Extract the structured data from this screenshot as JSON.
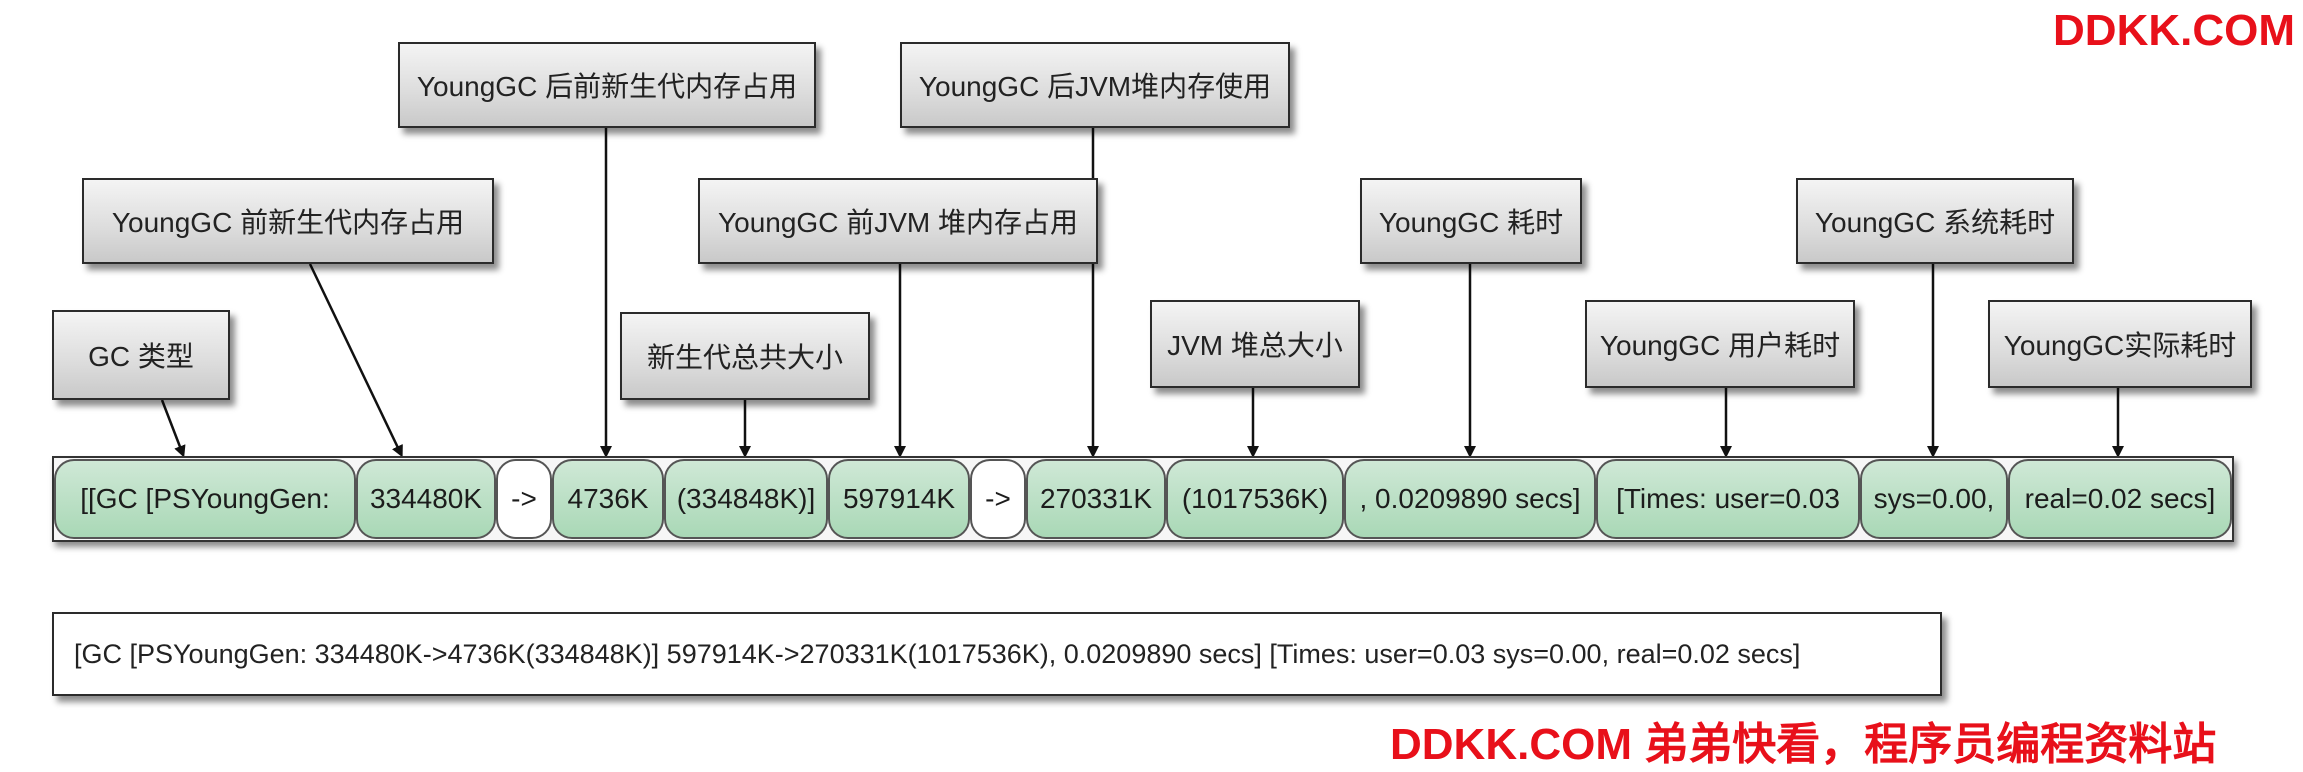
{
  "labels": {
    "gc_type": "GC 类型",
    "young_before_newgen": "YoungGC 前新生代内存占用",
    "young_after_newgen": "YoungGC 后前新生代内存占用",
    "newgen_total": "新生代总共大小",
    "young_before_jvm": "YoungGC 前JVM 堆内存占用",
    "young_after_jvm": "YoungGC 后JVM堆内存使用",
    "jvm_total": "JVM 堆总大小",
    "young_time": "YoungGC 耗时",
    "young_user": "YoungGC 用户耗时",
    "young_sys": "YoungGC 系统耗时",
    "young_real": "YoungGC实际耗时"
  },
  "segments": {
    "s1": "[[GC [PSYoungGen:",
    "s2": "334480K",
    "s3": "->",
    "s4": "4736K",
    "s5": "(334848K)]",
    "s6": "597914K",
    "s7": "->",
    "s8": "270331K",
    "s9": "(1017536K)",
    "s10": ", 0.0209890 secs]",
    "s11": "[Times: user=0.03",
    "s12": "sys=0.00,",
    "s13": "real=0.02 secs]"
  },
  "log_line": "[GC [PSYoungGen: 334480K->4736K(334848K)] 597914K->270331K(1017536K), 0.0209890 secs] [Times: user=0.03 sys=0.00, real=0.02 secs]",
  "watermark": {
    "top": "DDKK.COM",
    "bottom": "DDKK.COM 弟弟快看，程序员编程资料站"
  },
  "colors": {
    "segment_green": "#a9d8b6",
    "watermark_red": "#e8101a"
  }
}
